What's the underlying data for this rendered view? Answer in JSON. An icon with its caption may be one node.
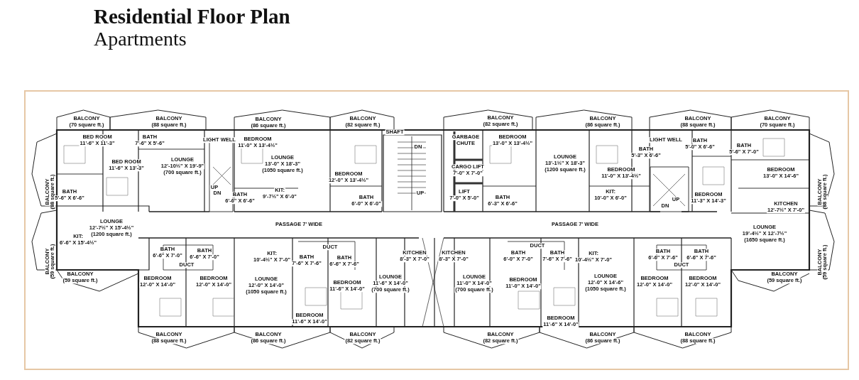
{
  "diagram": {
    "title": "Residential Floor Plan",
    "labels": [
      "Apartments",
      "BALCONY",
      "(70 square ft.)",
      "BALCONY",
      "(88 square ft.)",
      "BALCONY",
      "(86 square ft.)",
      "BALCONY",
      "(82 square ft.)",
      "BALCONY",
      "(82 square ft.)",
      "BALCONY",
      "(86 square ft.)",
      "BALCONY",
      "(88 square ft.)",
      "BALCONY",
      "(70 square ft.)",
      "SHAFT",
      "BED ROOM",
      "11'-6\" X 11'-3\"",
      "BATH",
      "7'-6\" X 5'-6\"",
      "LIGHT WELL",
      "BEDROOM",
      "11'-0\" X 13'-4½\"",
      "DN",
      "GARBAGE",
      "CHUTE",
      "BEDROOM",
      "13'-0\" X 13'-4½\"",
      "LIGHT WELL",
      "BATH",
      "5'-0\" X 6'-6\"",
      "BATH",
      "5'-6\" X 7'-0\"",
      "BATH",
      "5'-3\" X 6'-6\"",
      "BED ROOM",
      "11'-6\" X 13'-3\"",
      "LOUNGE",
      "12'-10½\" X 19'-9\"",
      "(700 square ft.)",
      "LOUNGE",
      "13'-0\" X 18'-3\"",
      "(1050 square ft.)",
      "CARGO LIFT",
      "7'-0\" X 7'-0\"",
      "LOUNGE",
      "13'-1½\" X 18'-3\"",
      "(1200 square ft.)",
      "BEDROOM",
      "11'-0\" X 13'-4½\"",
      "BEDROOM",
      "13'-0\" X 14'-6\"",
      "BALCONY",
      "(88 square ft.)",
      "BALCONY",
      "(88 square ft.)",
      "BEDROOM",
      "12'-0\" X 13'-4½\"",
      "UP",
      "DN",
      "BATH",
      "5'-6\" X 6'-6\"",
      "BATH",
      "6'-6\" X 6'-6\"",
      "KIT:",
      "9'-7½\" X 6'-0\"",
      "BATH",
      "6'-0\" X 6'-0\"",
      "UP",
      "LIFT",
      "7'-0\" X 5'-0\"",
      "BATH",
      "6'-3\" X 6'-6\"",
      "KIT:",
      "10'-0\" X 6'-0\"",
      "BEDROOM",
      "11'-3\" X 14'-3\"",
      "DN",
      "UP",
      "KITCHEN",
      "12'-7½\" X 7'-0\"",
      "LOUNGE",
      "12'-7½\" X 15'-4½\"",
      "(1200 square ft.)",
      "PASSAGE 7' WIDE",
      "PASSAGE 7' WIDE",
      "LOUNGE",
      "19'-4½\" X 12'-7½\"",
      "(1650 square ft.)",
      "KIT:",
      "6'-6\" X 15'-4½\"",
      "BALCONY",
      "(59 square ft.)",
      "BALCONY",
      "(59 square ft.)",
      "BATH",
      "6'-6\" X 7'-0\"",
      "BATH",
      "6'-6\" X 7'-0\"",
      "KIT:",
      "10'-4½\" X 7'-0\"",
      "BATH",
      "7'-6\" X 7'-6\"",
      "DUCT",
      "BATH",
      "6'-6\" X 7'-6\"",
      "KITCHEN",
      "8'-3\" X 7'-0\"",
      "KITCHEN",
      "8'-3\" X 7'-0\"",
      "BATH",
      "6'-0\" X 7'-0\"",
      "DUCT",
      "BATH",
      "7'-6\" X 7'-6\"",
      "KIT:",
      "10'-4½\" X 7'-0\"",
      "BATH",
      "6'-6\" X 7'-6\"",
      "BATH",
      "6'-6\" X 7'-6\"",
      "DUCT",
      "DUCT",
      "BALCONY",
      "(59 square ft.)",
      "BALCONY",
      "(59 square ft.)",
      "BEDROOM",
      "12'-0\" X 14'-0\"",
      "BEDROOM",
      "12'-0\" X 14'-0\"",
      "LOUNGE",
      "12'-0\" X 14'-0\"",
      "(1050 square ft.)",
      "BEDROOM",
      "11'-6\" X 14'-0\"",
      "LOUNGE",
      "11'-6\" X 14'-0\"",
      "(700 square ft.)",
      "LOUNGE",
      "11'-0\" X 14'-0\"",
      "(700 square ft.)",
      "BEDROOM",
      "11'-0\" X 14'-0\"",
      "LOUNGE",
      "12'-0\" X 14'-6\"",
      "(1050 square ft.)",
      "BEDROOM",
      "12'-0\" X 14'-0\"",
      "BEDROOM",
      "12'-0\" X 14'-0\"",
      "BEDROOM",
      "11'-6\" X 14'-0\"",
      "BEDROOM",
      "11'-6\" X 14'-0\"",
      "BALCONY",
      "(88 square ft.)",
      "BALCONY",
      "(86 square ft.)",
      "BALCONY",
      "(82 square ft.)",
      "BALCONY",
      "(82 square ft.)",
      "BALCONY",
      "(86 square ft.)",
      "BALCONY",
      "(88 square ft.)"
    ]
  }
}
